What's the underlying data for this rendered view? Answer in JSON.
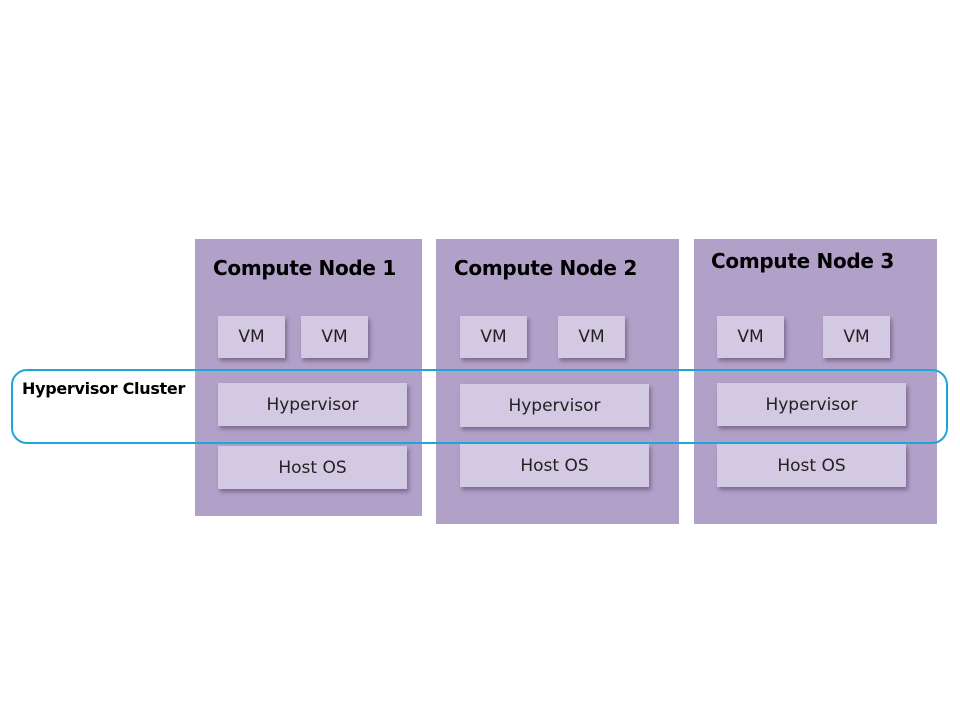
{
  "colors": {
    "node_fill": "#b1a0c8",
    "box_fill": "#d4c9e2",
    "cluster_stroke": "#1ba6dc",
    "text": "#000000"
  },
  "cluster": {
    "label": "Hypervisor Cluster"
  },
  "nodes": [
    {
      "title": "Compute Node 1",
      "vm1": "VM",
      "vm2": "VM",
      "hypervisor": "Hypervisor",
      "host_os": "Host OS"
    },
    {
      "title": "Compute Node 2",
      "vm1": "VM",
      "vm2": "VM",
      "hypervisor": "Hypervisor",
      "host_os": "Host OS"
    },
    {
      "title": "Compute Node 3",
      "vm1": "VM",
      "vm2": "VM",
      "hypervisor": "Hypervisor",
      "host_os": "Host OS"
    }
  ]
}
